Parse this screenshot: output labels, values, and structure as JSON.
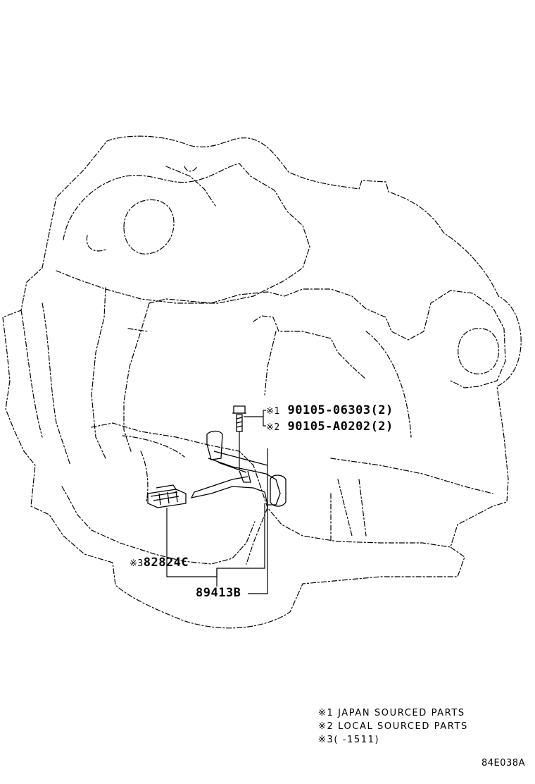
{
  "callouts": [
    {
      "marker": "※1",
      "part_number": "90105-06303(2)"
    },
    {
      "marker": "※2",
      "part_number": "90105-A0202(2)"
    },
    {
      "marker": "※3",
      "part_number": "82824C"
    },
    {
      "marker": "",
      "part_number": "89413B"
    }
  ],
  "notes": [
    "※1 JAPAN SOURCED PARTS",
    "※2 LOCAL SOURCED PARTS",
    "※3(    -1511)"
  ],
  "figure_code": "84E038A"
}
